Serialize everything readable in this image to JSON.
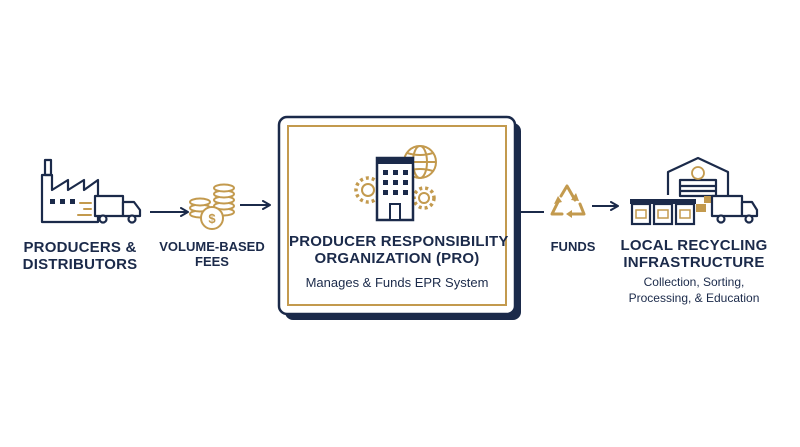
{
  "producers": {
    "line1": "PRODUCERS &",
    "line2": "DISTRIBUTORS"
  },
  "fees": {
    "line1": "VOLUME-BASED",
    "line2": "FEES"
  },
  "pro": {
    "title_line1": "PRODUCER RESPONSIBILITY",
    "title_line2": "ORGANIZATION (PRO)",
    "subtitle": "Manages & Funds EPR System"
  },
  "funds": {
    "label": "FUNDS"
  },
  "recycling": {
    "title_line1": "LOCAL RECYCLING",
    "title_line2": "INFRASTRUCTURE",
    "sub_line1": "Collection, Sorting,",
    "sub_line2": "Processing, & Education"
  },
  "coin_symbol": "$",
  "icons": [
    "factory-icon",
    "truck-icon",
    "coins-icon",
    "building-icon",
    "globe-icon",
    "gear-icon",
    "recycle-icon",
    "warehouse-icon",
    "bin-icon"
  ],
  "colors": {
    "navy": "#1b2a4a",
    "gold": "#c39a4e",
    "white": "#ffffff"
  }
}
